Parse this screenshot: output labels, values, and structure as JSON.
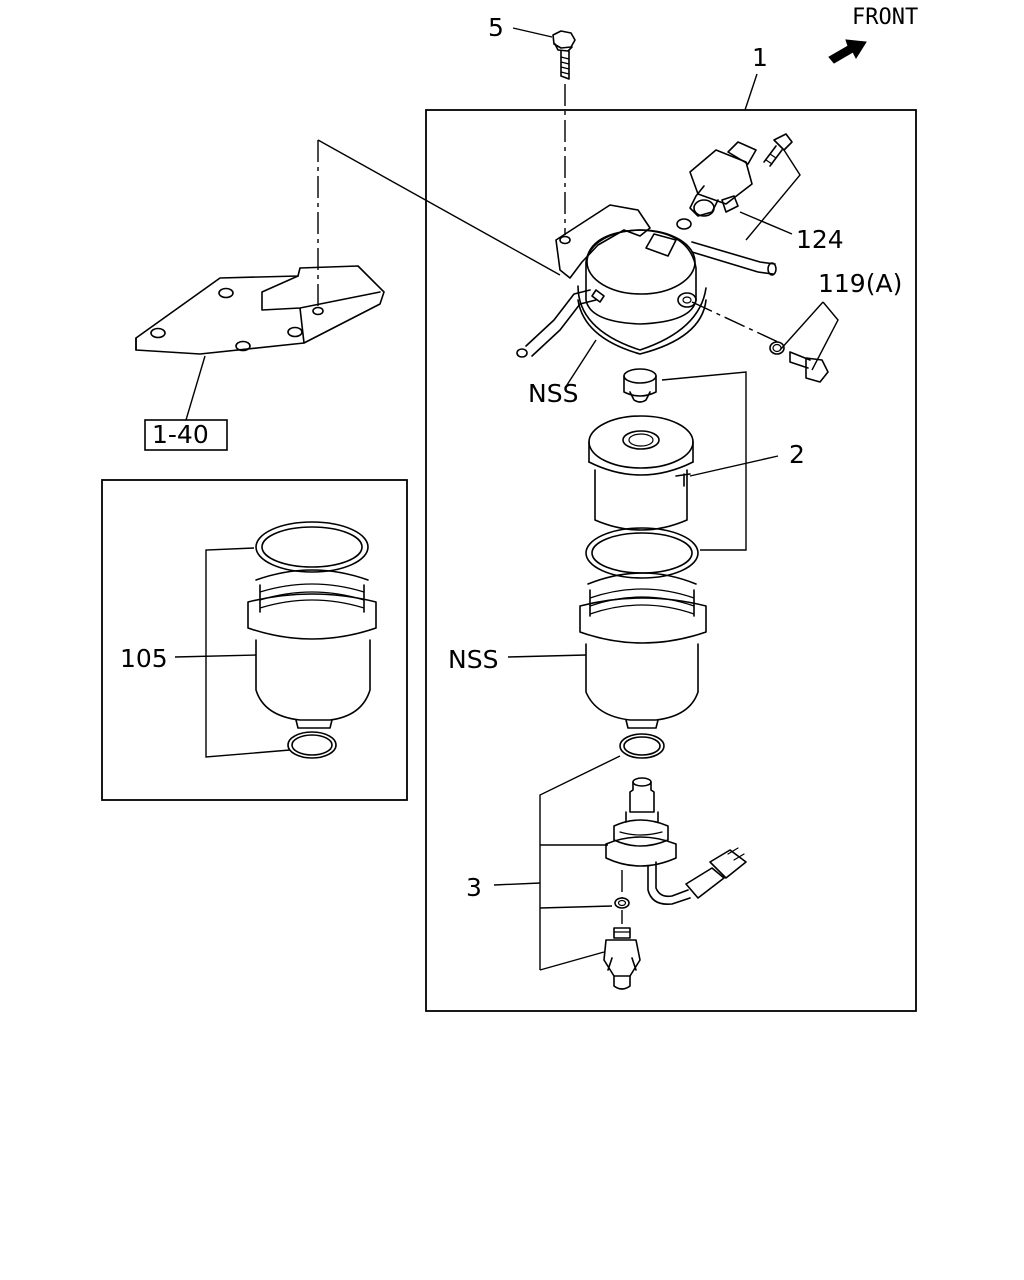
{
  "orientation": {
    "label": "FRONT",
    "icon": "front-arrow-icon"
  },
  "callouts": {
    "assembly": "1",
    "element": "2",
    "sensor": "3",
    "bolt": "5",
    "bracket_ref": "1-40",
    "detail": "105",
    "switch": "124",
    "bolt_a": "119(A)",
    "nss_upper": "NSS",
    "nss_lower": "NSS"
  },
  "colors": {
    "line": "#000000",
    "background": "#ffffff"
  }
}
